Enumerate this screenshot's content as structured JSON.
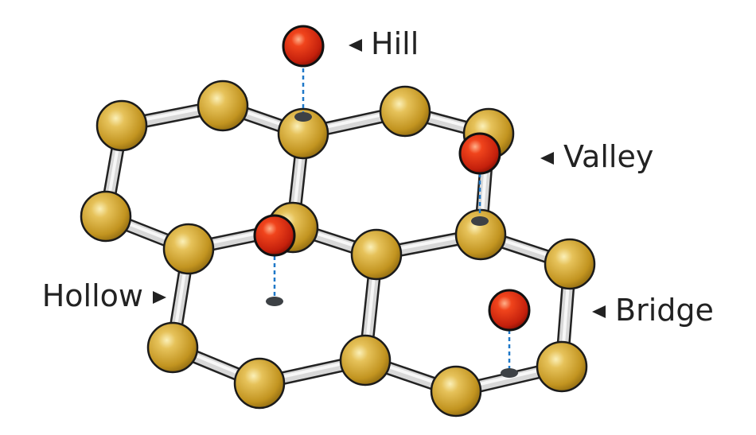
{
  "labels": {
    "hill": "Hill",
    "valley": "Valley",
    "hollow": "Hollow",
    "bridge": "Bridge"
  },
  "colors": {
    "atom_gold": "#c9a12e",
    "adsorbate_red": "#d42b14",
    "bond": "#d8d8d8",
    "guide_line": "#1f78c8",
    "text": "#222222"
  },
  "icons": [
    "pointer-triangle-icon"
  ]
}
